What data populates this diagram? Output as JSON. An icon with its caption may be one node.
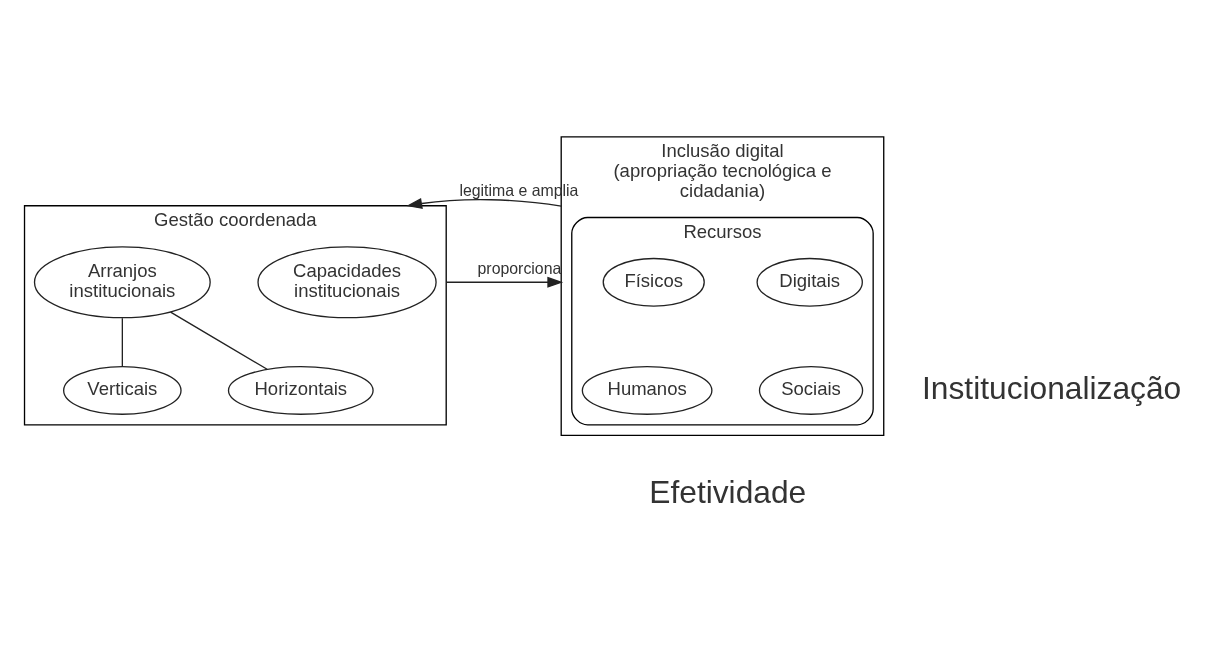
{
  "diagram": {
    "nodes": [
      {
        "text": [
          "Gestão coordenada"
        ]
      },
      {
        "text": [
          "Capacidades institucionais"
        ],
        "in": 0
      },
      {
        "text": [
          "Arranjos institucionais"
        ],
        "in": 0
      },
      {
        "text": [
          "Verticais"
        ],
        "in": 0
      },
      {
        "text": [
          "Horizontais"
        ],
        "in": 0
      },
      {
        "text": [
          "Inclusão digital (apropriação tecnológica e cidadania)"
        ]
      },
      {
        "text": [
          "Recursos"
        ],
        "in": 5
      },
      {
        "text": [
          "Físicos"
        ],
        "in": 6
      },
      {
        "text": [
          "Digitais"
        ],
        "in": 6
      },
      {
        "text": [
          "Humanos"
        ],
        "in": 6
      },
      {
        "text": [
          "Sociais"
        ],
        "in": 6
      }
    ],
    "edges": [
      {
        "from": 2,
        "to": 3,
        "arrow": "none"
      },
      {
        "from": 2,
        "to": 4,
        "arrow": "none"
      },
      {
        "from": 0,
        "to": 5,
        "label": "proporciona",
        "arrow": "to"
      },
      {
        "from": 5,
        "to": 0,
        "label": "legitima e amplia",
        "arrow": "to"
      }
    ],
    "labels": [
      "Institucionalização",
      "Efetividade"
    ]
  }
}
